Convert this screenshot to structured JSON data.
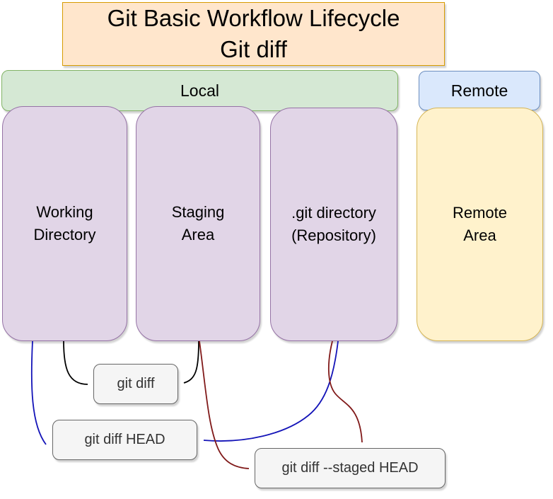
{
  "title": {
    "line1": "Git Basic Workflow Lifecycle",
    "line2": "Git diff"
  },
  "groups": {
    "local_label": "Local",
    "remote_label": "Remote"
  },
  "areas": {
    "working_directory": {
      "line1": "Working",
      "line2": "Directory"
    },
    "staging_area": {
      "line1": "Staging",
      "line2": "Area"
    },
    "git_directory": {
      "line1": ".git directory",
      "line2": "(Repository)"
    },
    "remote_area": {
      "line1": "Remote",
      "line2": "Area"
    }
  },
  "commands": {
    "git_diff": "git diff",
    "git_diff_head": "git diff HEAD",
    "git_diff_staged_head": "git diff --staged HEAD"
  },
  "edges": [
    {
      "from": "Working Directory",
      "to": "git diff",
      "color": "black"
    },
    {
      "from": "Staging Area",
      "to": "git diff",
      "color": "black"
    },
    {
      "from": "Working Directory",
      "to": "git diff HEAD",
      "color": "blue"
    },
    {
      "from": ".git directory (Repository)",
      "to": "git diff HEAD",
      "color": "blue"
    },
    {
      "from": "Staging Area",
      "to": "git diff --staged HEAD",
      "color": "dark_red"
    },
    {
      "from": ".git directory (Repository)",
      "to": "git diff --staged HEAD",
      "color": "dark_red"
    }
  ],
  "colors": {
    "title_bg": "#ffe6cc",
    "title_border": "#d79b00",
    "local_bg": "#d5e8d4",
    "local_border": "#82b366",
    "remote_bg": "#dae8fc",
    "remote_border": "#6c8ebf",
    "stage_bg": "#e1d5e7",
    "stage_border": "#9673a6",
    "remote_area_bg": "#fff2cc",
    "remote_area_border": "#d6b656",
    "command_bg": "#f5f5f5",
    "command_border": "#666666",
    "command_text": "#333333",
    "arrow_black": "#000000",
    "arrow_blue": "#1414b8",
    "arrow_dark_red": "#801919"
  }
}
